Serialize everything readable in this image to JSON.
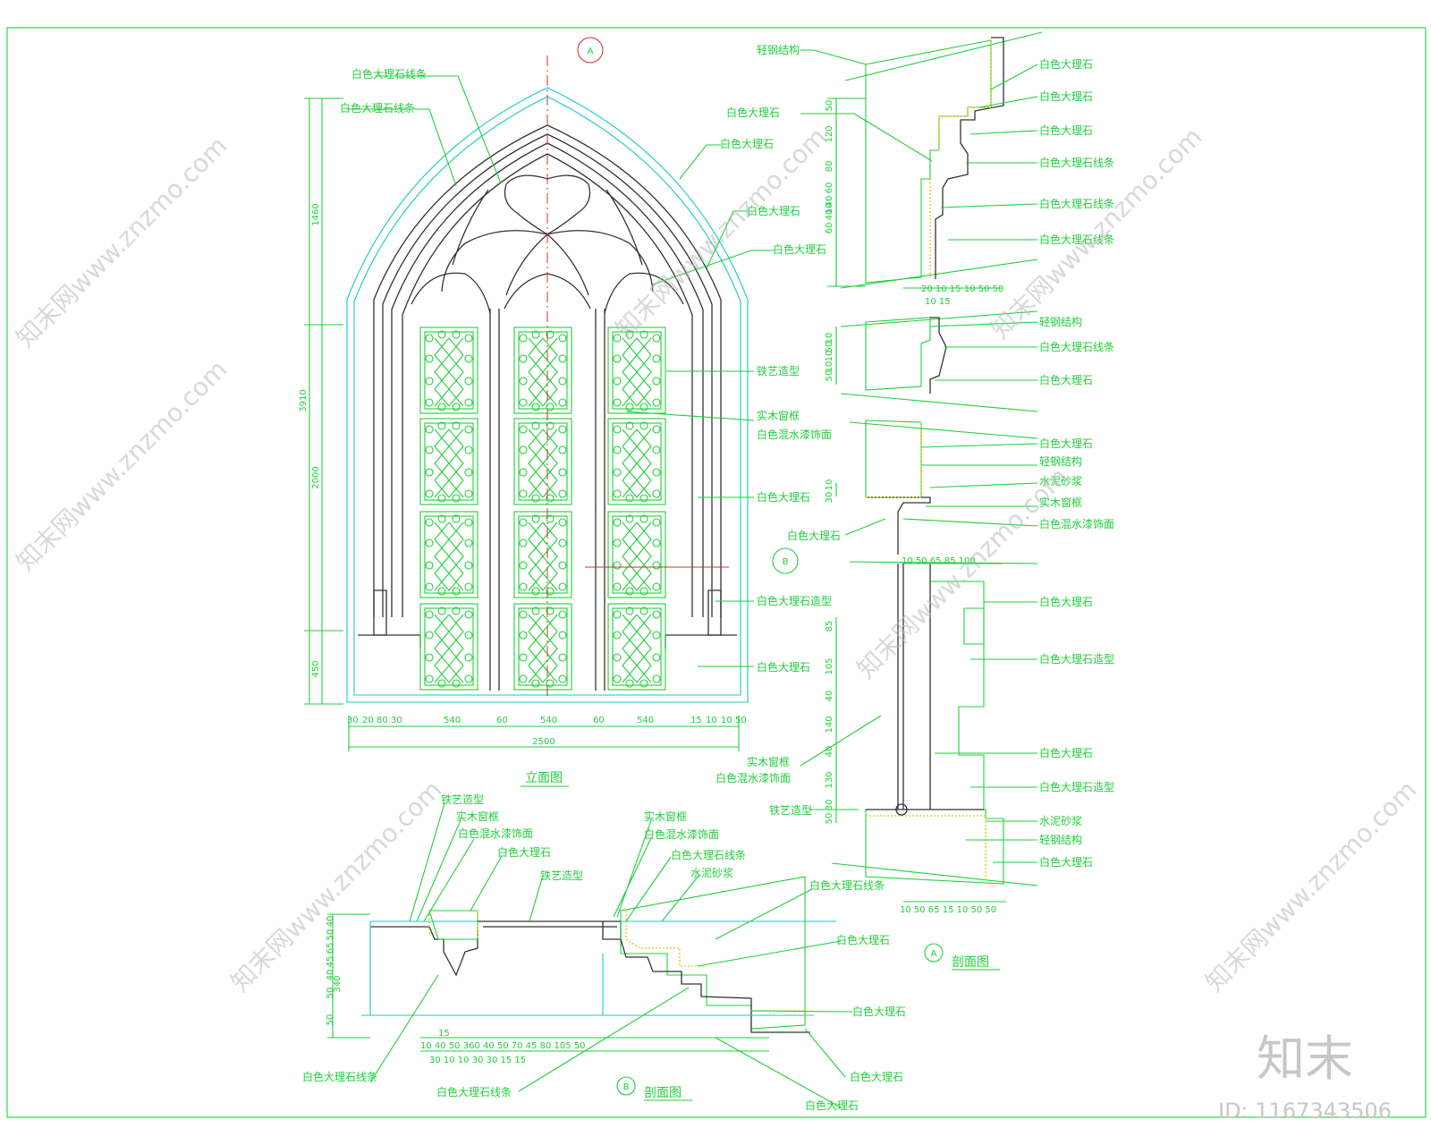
{
  "elevation": {
    "title": "立面图",
    "callout_a": "A",
    "callout_b": "B",
    "dims_vertical": [
      "1460",
      "3910",
      "2000",
      "450"
    ],
    "dims_bottom": [
      "30",
      "20",
      "80",
      "30",
      "540",
      "60",
      "540",
      "60",
      "540",
      "15",
      "10",
      "10",
      "50"
    ],
    "total_width": "2500",
    "labels": {
      "arch_moulding_1": "白色大理石线条",
      "arch_moulding_2": "白色大理石线条",
      "marble_1": "白色大理石",
      "marble_2": "白色大理石",
      "marble_3": "白色大理石",
      "iron_art": "铁艺造型",
      "wood_frame_1": "实木窗框",
      "wood_frame_2": "白色混水漆饰面",
      "marble_4": "白色大理石",
      "marble_column": "白色大理石造型",
      "marble_5": "白色大理石"
    }
  },
  "section_a": {
    "title": "剖面图",
    "callout": "A",
    "dims_left_top": [
      "50",
      "120",
      "80",
      "60",
      "40",
      "40",
      "60",
      "10"
    ],
    "dims_bottom_top": "20 10 15 10 50 50",
    "dims_bottom_top_2": "10 15",
    "dims_left_mid": [
      "10",
      "50",
      "10",
      "10",
      "50"
    ],
    "dims_left_low": [
      "30",
      "10"
    ],
    "dims_mid_row": "10 50 65 85 100",
    "dims_left_bottom": [
      "85",
      "105",
      "40",
      "140",
      "40",
      "130",
      "30",
      "50"
    ],
    "dims_bottom": "10 50 65 15 10 50 50",
    "labels": [
      "轻钢结构",
      "白色大理石",
      "白色大理石",
      "白色大理石",
      "白色大理石线条",
      "白色大理石线条",
      "白色大理石",
      "白色大理石线条",
      "白色大理石",
      "轻钢结构",
      "白色大理石线条",
      "白色大理石",
      "白色大理石",
      "轻钢结构",
      "水泥砂浆",
      "实木窗框",
      "白色混水漆饰面",
      "白色大理石",
      "白色大理石",
      "白色大理石造型",
      "实木窗框",
      "白色混水漆饰面",
      "白色大理石",
      "白色大理石造型",
      "铁艺造型",
      "水泥砂浆",
      "轻钢结构",
      "白色大理石"
    ]
  },
  "section_b": {
    "title": "剖面图",
    "callout": "B",
    "dims_left": [
      "40",
      "50",
      "65",
      "45",
      "40",
      "50",
      "50",
      "340"
    ],
    "dim_15": "15",
    "dims_bottom": "10 40 50 360 40 50 70 45 80 105 50",
    "dims_bottom_2": "30 10 10 30 30 15 15",
    "labels": [
      "铁艺造型",
      "实木窗框",
      "白色混水漆饰面",
      "白色大理石",
      "铁艺造型",
      "实木窗框",
      "白色混水漆饰面",
      "白色大理石线条",
      "水泥砂浆",
      "白色大理石线条",
      "白色大理石",
      "白色大理石",
      "白色大理石线条",
      "白色大理石线条",
      "白色大理石",
      "白色大理石"
    ]
  },
  "watermark": {
    "text": "知末网www.znzmo.com",
    "logo": "知末",
    "id_text": "ID: 1167343506"
  },
  "colors": {
    "line_green": "#1fcf3a",
    "line_teal": "#18c9c4",
    "line_dark": "#333333",
    "accent_red": "#d03030",
    "watermark_gray": "#b9b9b9"
  }
}
